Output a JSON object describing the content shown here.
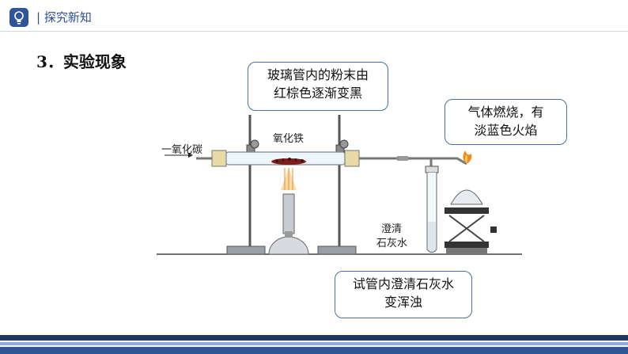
{
  "header": {
    "section_title": "| 探究新知",
    "logo_icon": "lightbulb-icon"
  },
  "heading": "3．实验现象",
  "callouts": {
    "tube_powder": {
      "line1": "玻璃管内的粉末由",
      "line2": "红棕色逐渐变黑"
    },
    "gas_burning": {
      "line1": "气体燃烧，有",
      "line2": "淡蓝色火焰"
    },
    "limewater": {
      "line1": "试管内澄清石灰水",
      "line2": "变浑浊"
    }
  },
  "labels": {
    "carbon_monoxide": "一氧化碳",
    "iron_oxide": "氧化铁",
    "limewater_line1": "澄清",
    "limewater_line2": "石灰水"
  },
  "colors": {
    "accent": "#2f5597",
    "footer_dark": "#1f3864",
    "callout_border": "#4a6fa5",
    "flame": "#f08a24"
  }
}
